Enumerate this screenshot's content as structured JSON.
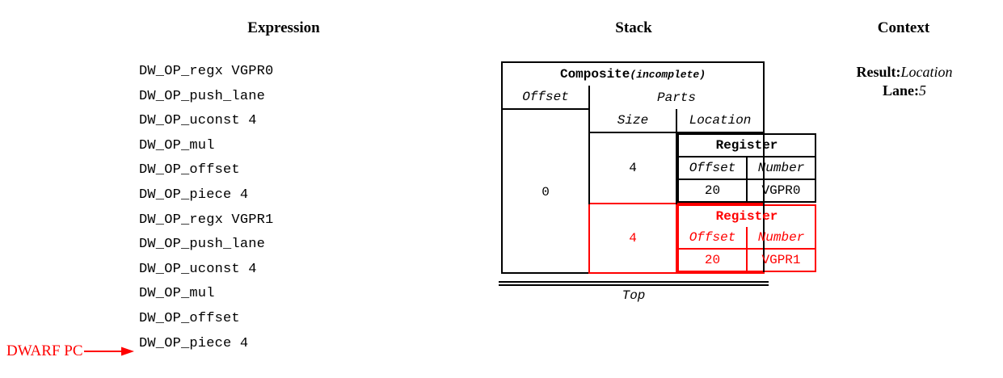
{
  "headers": {
    "expression": "Expression",
    "stack": "Stack",
    "context": "Context"
  },
  "expression": {
    "lines": [
      "DW_OP_regx VGPR0",
      "DW_OP_push_lane",
      "DW_OP_uconst 4",
      "DW_OP_mul",
      "DW_OP_offset",
      "DW_OP_piece 4",
      "DW_OP_regx VGPR1",
      "DW_OP_push_lane",
      "DW_OP_uconst 4",
      "DW_OP_mul",
      "DW_OP_offset",
      "DW_OP_piece 4"
    ],
    "pc_marker": {
      "label": "DWARF PC",
      "color": "#ff0000",
      "points_to_line_index": 12
    }
  },
  "stack": {
    "top_label": "Top",
    "entry": {
      "title": "Composite",
      "title_suffix": "(incomplete)",
      "offset_header": "Offset",
      "offset_value": "0",
      "parts_header": "Parts",
      "size_header": "Size",
      "location_header": "Location",
      "parts": [
        {
          "size": "4",
          "color": "#000000",
          "location": {
            "title": "Register",
            "offset_header": "Offset",
            "number_header": "Number",
            "offset_value": "20",
            "number_value": "VGPR0"
          }
        },
        {
          "size": "4",
          "color": "#ff0000",
          "location": {
            "title": "Register",
            "offset_header": "Offset",
            "number_header": "Number",
            "offset_value": "20",
            "number_value": "VGPR1"
          }
        }
      ]
    }
  },
  "context": {
    "rows": [
      {
        "key": "Result:",
        "value": "Location"
      },
      {
        "key": "Lane:",
        "value": "5"
      }
    ]
  }
}
